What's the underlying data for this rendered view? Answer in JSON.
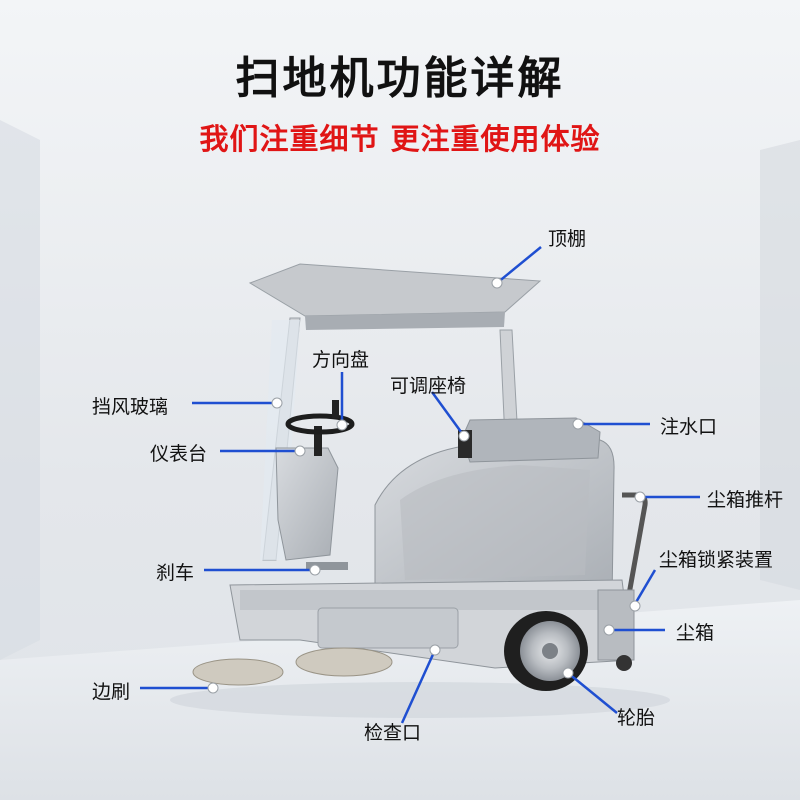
{
  "header": {
    "title": "扫地机功能详解",
    "subtitle": "我们注重细节  更注重使用体验"
  },
  "labels": {
    "canopy": "顶棚",
    "steering_wheel": "方向盘",
    "adjustable_seat": "可调座椅",
    "water_inlet": "注水口",
    "windshield": "挡风玻璃",
    "dashboard": "仪表台",
    "dust_box_handle": "尘箱推杆",
    "dust_box_lock": "尘箱锁紧装置",
    "brake": "刹车",
    "dust_box": "尘箱",
    "side_brush": "边刷",
    "inspection_port": "检查口",
    "tire": "轮胎"
  },
  "colors": {
    "title": "#111111",
    "subtitle": "#e01515",
    "leader_line": "#1f4fd1",
    "machine_body": "#c9ccd0",
    "background": "#e7eaee"
  }
}
